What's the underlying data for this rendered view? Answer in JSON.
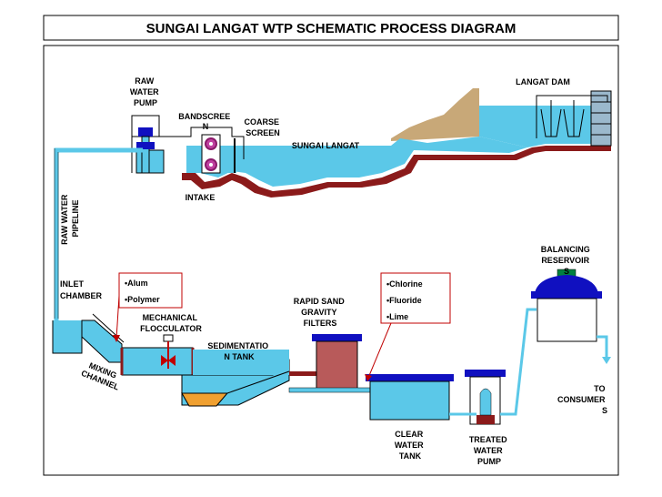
{
  "title": "SUNGAI LANGAT WTP SCHEMATIC PROCESS DIAGRAM",
  "labels": {
    "raw_water_pump": [
      "RAW",
      "WATER",
      "PUMP"
    ],
    "bandscreen": [
      "BANDSCREE",
      "N"
    ],
    "coarse_screen": [
      "COARSE",
      "SCREEN"
    ],
    "sungai_langat": "SUNGAI LANGAT",
    "langat_dam": "LANGAT DAM",
    "intake": "INTAKE",
    "raw_water_pipeline": [
      "RAW WATER",
      "PIPELINE"
    ],
    "inlet_chamber": [
      "INLET",
      "CHAMBER"
    ],
    "mixing_channel": [
      "MIXING",
      "CHANNEL"
    ],
    "mechanical_flocculator": [
      "MECHANICAL",
      "FLOCCULATOR"
    ],
    "sedimentation_tank": [
      "SEDIMENTATIO",
      "N TANK"
    ],
    "rapid_sand_filters": [
      "RAPID SAND",
      "GRAVITY",
      "FILTERS"
    ],
    "clear_water_tank": [
      "CLEAR",
      "WATER",
      "TANK"
    ],
    "treated_water_pump": [
      "TREATED",
      "WATER",
      "PUMP"
    ],
    "balancing_reservoir": [
      "BALANCING",
      "RESERVOIR",
      "S"
    ],
    "to_consumers": [
      "TO",
      "CONSUMER",
      "S"
    ]
  },
  "chemicals_1": [
    "•Alum",
    "•Polymer"
  ],
  "chemicals_2": [
    "•Chlorine",
    "•Fluoride",
    "•Lime"
  ],
  "colors": {
    "water": "#5BC8E8",
    "riverbed": "#8B1A1A",
    "dam_earth": "#C8A878",
    "sludge": "#F0A030",
    "filter": "#B85A5A",
    "pipe_blue": "#1010C0",
    "reservoir_top": "#1010C0",
    "pump_green": "#008040",
    "chem_box_border": "#C00000"
  }
}
